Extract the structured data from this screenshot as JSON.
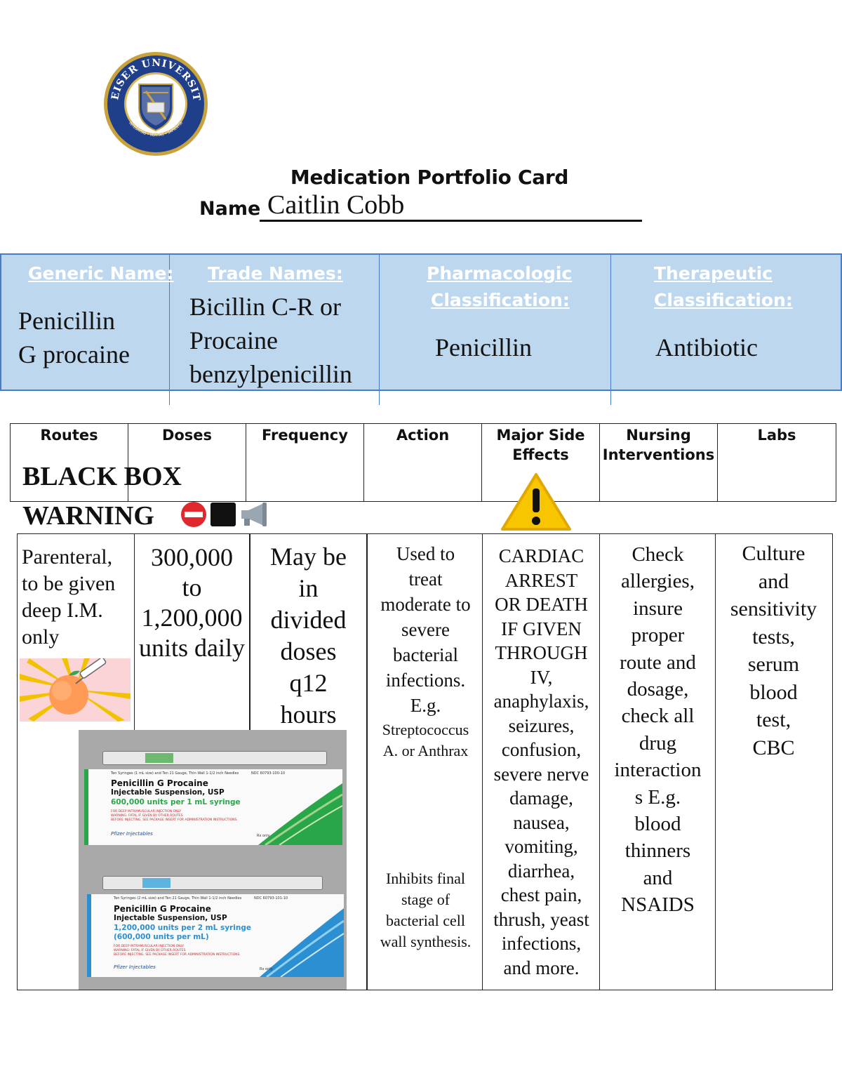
{
  "header": {
    "title": "Medication Portfolio Card",
    "name_label": "Name",
    "name_value": "Caitlin Cobb"
  },
  "seal": {
    "ring_text": "KEISER UNIVERSITY",
    "motto": "INTEGRITAS • VERITAS • SAPIENTIA",
    "colors": {
      "ring": "#1f3f8a",
      "gold": "#c8a23c"
    }
  },
  "classification": {
    "generic": {
      "heading": "Generic Name:",
      "value_lines": [
        "Penicillin",
        "G procaine"
      ]
    },
    "trade": {
      "heading": "Trade Names: ",
      "value_lines": [
        "Bicillin C-R or",
        "Procaine",
        "benzylpenicillin"
      ]
    },
    "pharm": {
      "heading_lines": [
        "Pharmacologic ",
        "Classification:"
      ],
      "value": "Penicillin"
    },
    "thera": {
      "heading_lines": [
        "Therapeutic ",
        "Classification:"
      ],
      "value": "Antibiotic"
    },
    "colors": {
      "background": "#bdd7ee",
      "border": "#4a7ec4",
      "heading": "#ffffff"
    }
  },
  "columns": {
    "routes": "Routes",
    "doses": "Doses",
    "frequency": "Frequency",
    "action": "Action",
    "side_effects": [
      "Major Side",
      "Effects"
    ],
    "nursing": [
      "Nursing",
      "Interventions"
    ],
    "labs": "Labs"
  },
  "warning": {
    "line1": "BLACK BOX",
    "line2": "WARNING",
    "icons": [
      "no-entry-icon",
      "black-square-icon",
      "loudspeaker-icon",
      "warning-icon"
    ]
  },
  "cells": {
    "routes": [
      "Parenteral,",
      "to be given",
      "deep I.M.",
      "only"
    ],
    "doses": [
      "300,000",
      "to",
      "1,200,000",
      "units daily"
    ],
    "frequency": [
      "May be",
      "in",
      "divided",
      "doses",
      "q12",
      "hours"
    ],
    "action": [
      "Used to",
      "treat",
      "moderate to",
      "severe",
      "bacterial",
      "infections.",
      "E.g."
    ],
    "action_small": [
      "Streptococcus",
      "A. or Anthrax"
    ],
    "action_bottom": [
      "Inhibits final",
      "stage of",
      "bacterial cell",
      "wall synthesis."
    ],
    "side_effects_caps": [
      "CARDIAC",
      "ARREST",
      "OR DEATH",
      "IF GIVEN",
      "THROUGH",
      "IV,"
    ],
    "side_effects": [
      "anaphylaxis,",
      "seizures,",
      "confusion,",
      "severe nerve",
      "damage,",
      "nausea,",
      "vomiting,",
      "diarrhea,",
      "chest pain,",
      "thrush, yeast",
      "infections,",
      "and more."
    ],
    "nursing": [
      "Check",
      "allergies,",
      "insure",
      "proper",
      "route and",
      "dosage,",
      "check all",
      "drug",
      "interaction",
      "s   E.g.",
      "blood",
      "thinners",
      "and",
      "NSAIDS"
    ],
    "labs": [
      "Culture",
      "and",
      "sensitivity",
      "tests,",
      "serum",
      "blood",
      "test,",
      "CBC"
    ]
  },
  "packages": [
    {
      "top_line": "Ten Syringes (1 mL size) and Ten 21 Gauge, Thin Wall 1-1/2 inch Needles",
      "ndc": "NDC 60793-100-10",
      "product": "Penicillin G Procaine",
      "suspension": "Injectable Suspension, USP",
      "strength": "600,000 units per 1 mL syringe",
      "strength2": "",
      "warning": [
        "FOR DEEP INTRAMUSCULAR INJECTION ONLY",
        "WARNING: FATAL IF GIVEN BY OTHER ROUTES",
        "BEFORE INJECTING, SEE PACKAGE INSERT FOR ADMINISTRATION INSTRUCTIONS."
      ],
      "brand": "Pfizer Injectables",
      "rx": "Rx only",
      "accent": "#2aa64a"
    },
    {
      "top_line": "Ten Syringes (2 mL size) and Ten 21 Gauge, Thin Wall 1-1/2 inch Needles",
      "ndc": "NDC 60793-101-10",
      "product": "Penicillin G Procaine",
      "suspension": "Injectable Suspension, USP",
      "strength": "1,200,000 units per 2 mL syringe",
      "strength2": "(600,000 units per mL)",
      "warning": [
        "FOR DEEP INTRAMUSCULAR INJECTION ONLY",
        "WARNING: FATAL IF GIVEN BY OTHER ROUTES",
        "BEFORE INJECTING, SEE PACKAGE INSERT FOR ADMINISTRATION INSTRUCTIONS."
      ],
      "brand": "Pfizer Injectables",
      "rx": "Rx only",
      "accent": "#2b8fd1"
    }
  ]
}
